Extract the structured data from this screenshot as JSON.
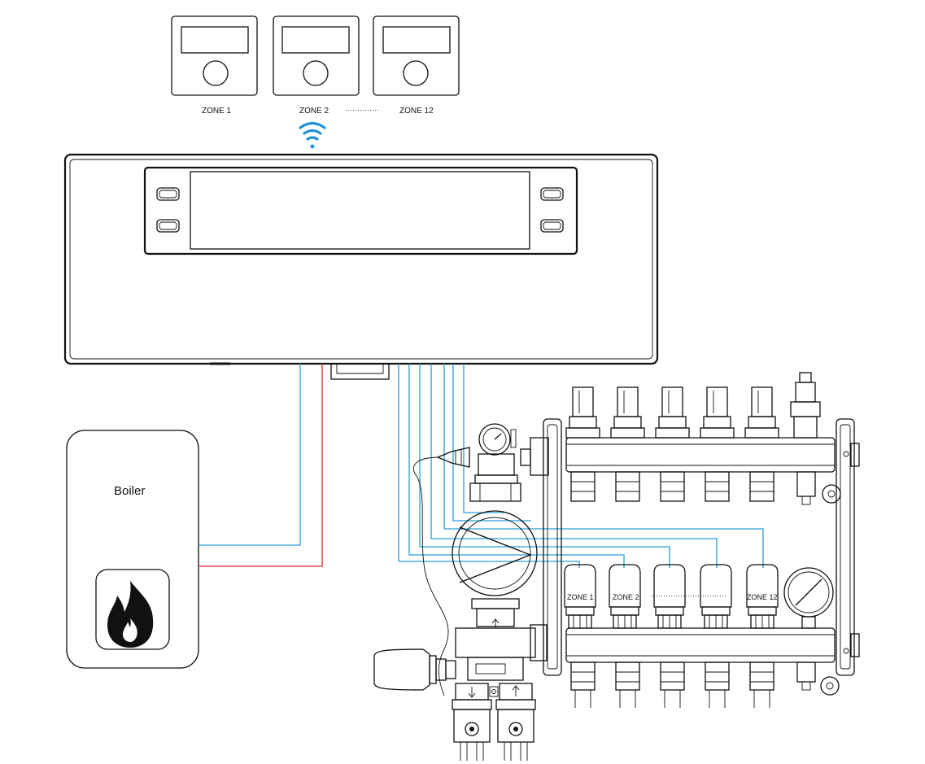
{
  "thermostats": [
    {
      "label": "ZONE 1"
    },
    {
      "label": "ZONE 2"
    },
    {
      "label": "ZONE 12"
    }
  ],
  "zone_separator": "··············",
  "boiler": {
    "label": "Boiler",
    "icon": "flame-icon"
  },
  "actuators": [
    {
      "label": "ZONE 1"
    },
    {
      "label": "ZONE 2"
    },
    {
      "label": ""
    },
    {
      "label": ""
    },
    {
      "label": "ZONE 12"
    }
  ],
  "actuator_separator": "·······························",
  "wifi": {
    "icon": "wifi-icon",
    "color": "#1e90d6"
  },
  "wire_colors": {
    "signal": "#2a9fd6",
    "power": "#d62a2a"
  }
}
